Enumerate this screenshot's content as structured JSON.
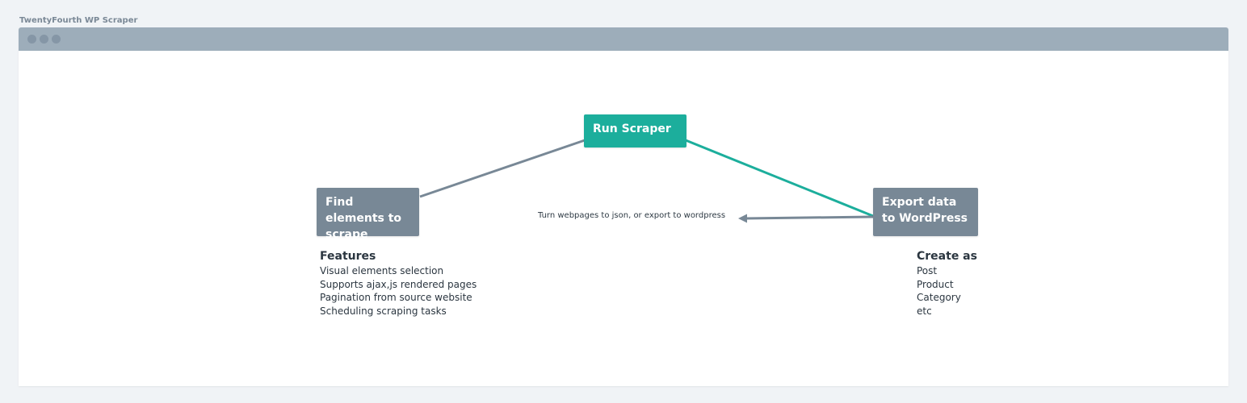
{
  "app": {
    "title": "TwentyFourth WP Scraper"
  },
  "diagram": {
    "nodes": {
      "run_scraper": "Run Scraper",
      "find_elements": "Find elements to scrape",
      "export_data": "Export data to WordPress"
    },
    "edge_label": "Turn webpages to json, or export to wordpress",
    "colors": {
      "gray_node": "#788896",
      "teal_node": "#1cae9c",
      "gray_edge": "#788896",
      "teal_edge": "#1cae9c"
    }
  },
  "features": {
    "heading": "Features",
    "items": [
      "Visual elements selection",
      "Supports ajax,js rendered pages",
      "Pagination from source website",
      "Scheduling scraping tasks"
    ]
  },
  "create_as": {
    "heading": "Create as",
    "items": [
      "Post",
      "Product",
      "Category",
      "etc"
    ]
  }
}
